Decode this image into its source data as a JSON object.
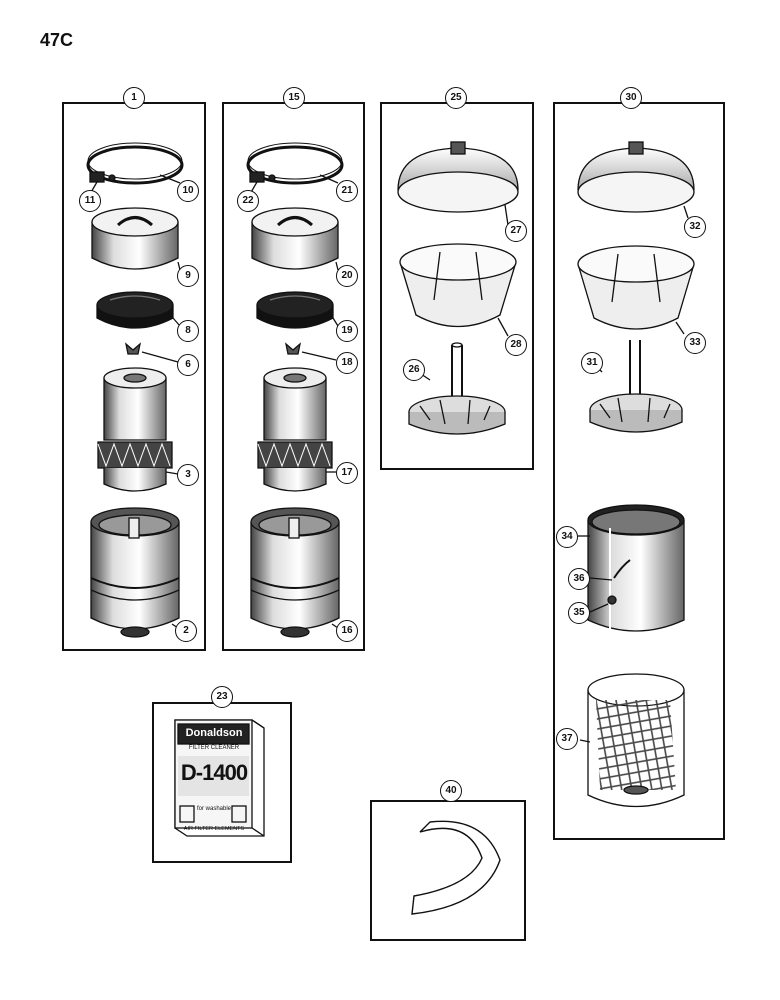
{
  "page": {
    "label": "47C"
  },
  "groups": [
    {
      "id": "group-1",
      "number": "1"
    },
    {
      "id": "group-15",
      "number": "15"
    },
    {
      "id": "group-25",
      "number": "25"
    },
    {
      "id": "group-30",
      "number": "30"
    },
    {
      "id": "group-23",
      "number": "23"
    },
    {
      "id": "group-40",
      "number": "40"
    }
  ],
  "callouts": {
    "c11": "11",
    "c10": "10",
    "c9": "9",
    "c8": "8",
    "c6": "6",
    "c3": "3",
    "c2": "2",
    "c22": "22",
    "c21": "21",
    "c20": "20",
    "c19": "19",
    "c18": "18",
    "c17": "17",
    "c16": "16",
    "c27": "27",
    "c28": "28",
    "c26": "26",
    "c32": "32",
    "c33": "33",
    "c31": "31",
    "c34": "34",
    "c36": "36",
    "c35": "35",
    "c37": "37"
  },
  "package": {
    "brand": "Donaldson",
    "subtitle": "FILTER CLEANER",
    "product": "D-1400",
    "for_text": "for washable",
    "bottom_text": "AIR FILTER ELEMENTS"
  }
}
